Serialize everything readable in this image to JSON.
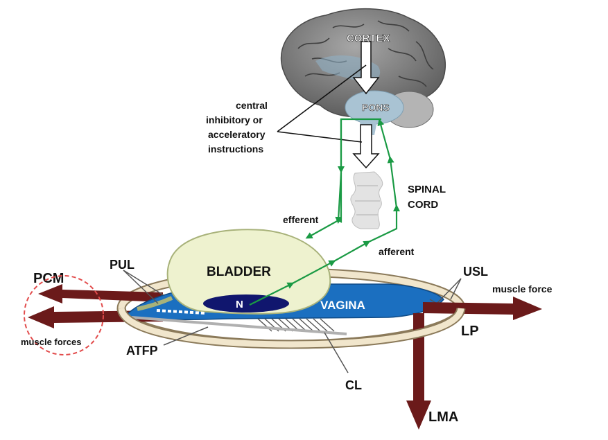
{
  "labels": {
    "cortex": "CORTEX",
    "pons": "PONS",
    "central_1": "central",
    "central_2": "inhibitory or",
    "central_3": "acceleratory",
    "central_4": "instructions",
    "spinal_1": "SPINAL",
    "spinal_2": "CORD",
    "efferent": "efferent",
    "afferent": "afferent",
    "bladder": "BLADDER",
    "n": "N",
    "vagina": "VAGINA",
    "pul": "PUL",
    "pcm": "PCM",
    "usl": "USL",
    "muscle_force": "muscle force",
    "muscle_forces": "muscle forces",
    "lp": "LP",
    "atfp": "ATFP",
    "cl": "CL",
    "lma": "LMA"
  },
  "colors": {
    "brain": "#8a8a8a",
    "brain_dark": "#5e5e5e",
    "pons": "#a9c3d3",
    "nerve": "#1a9a44",
    "bladder_fill": "#eef2cf",
    "bladder_stroke": "#a8b27a",
    "vagina": "#1b6fc0",
    "nucleus": "#10166e",
    "muscle": "#6b1a1a",
    "pelvic_ring": "#f1e6cc",
    "pelvic_ring_stroke": "#8b7a5a",
    "dashed_circle": "#e24b4b"
  }
}
